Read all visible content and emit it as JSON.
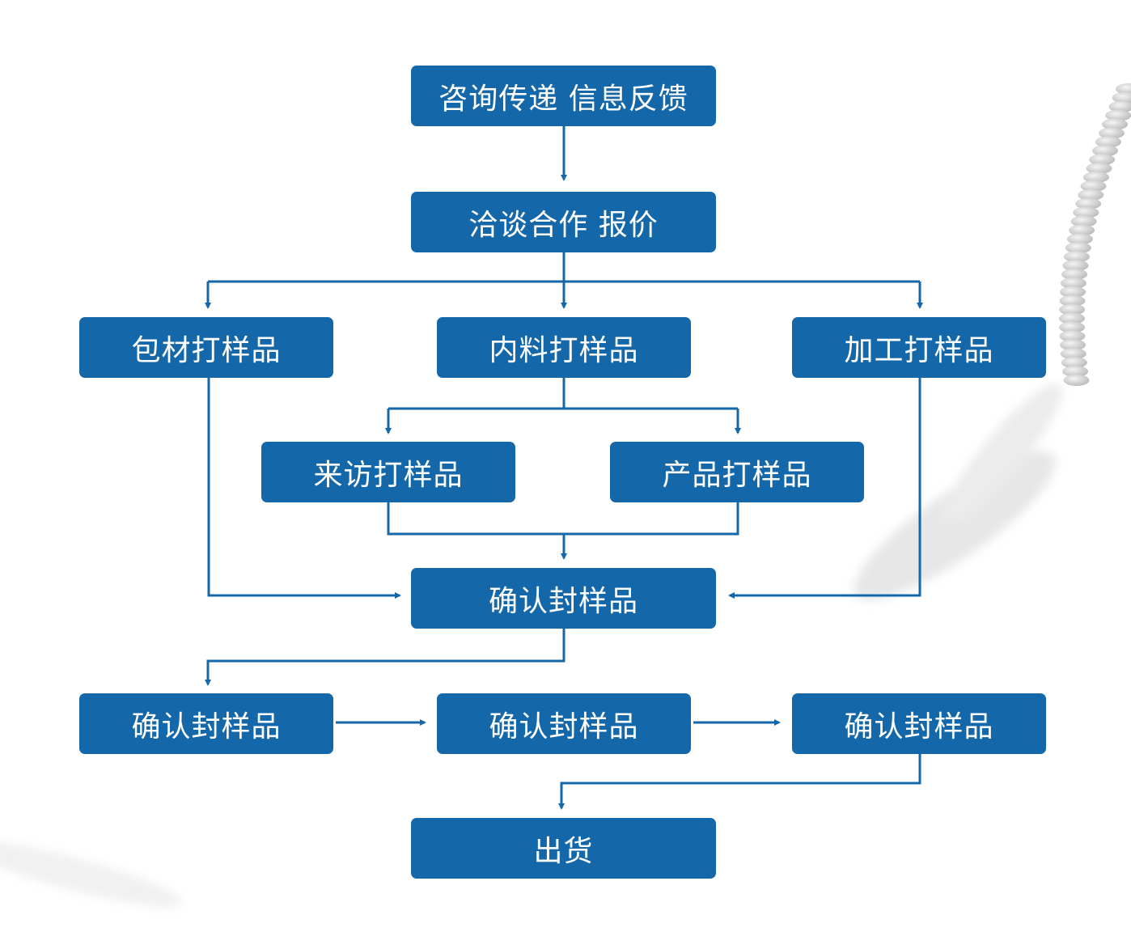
{
  "colors": {
    "box": "#1467a8",
    "line": "#1467a8"
  },
  "nodes": {
    "consult": "咨询传递 信息反馈",
    "negotiate": "洽谈合作 报价",
    "packaging_sample": "包材打样品",
    "content_sample": "内料打样品",
    "processing_sample": "加工打样品",
    "visit_sample": "来访打样品",
    "product_sample": "产品打样品",
    "confirm_seal": "确认封样品",
    "confirm_seal_2": "确认封样品",
    "confirm_seal_3": "确认封样品",
    "confirm_seal_4": "确认封样品",
    "ship": "出货"
  }
}
